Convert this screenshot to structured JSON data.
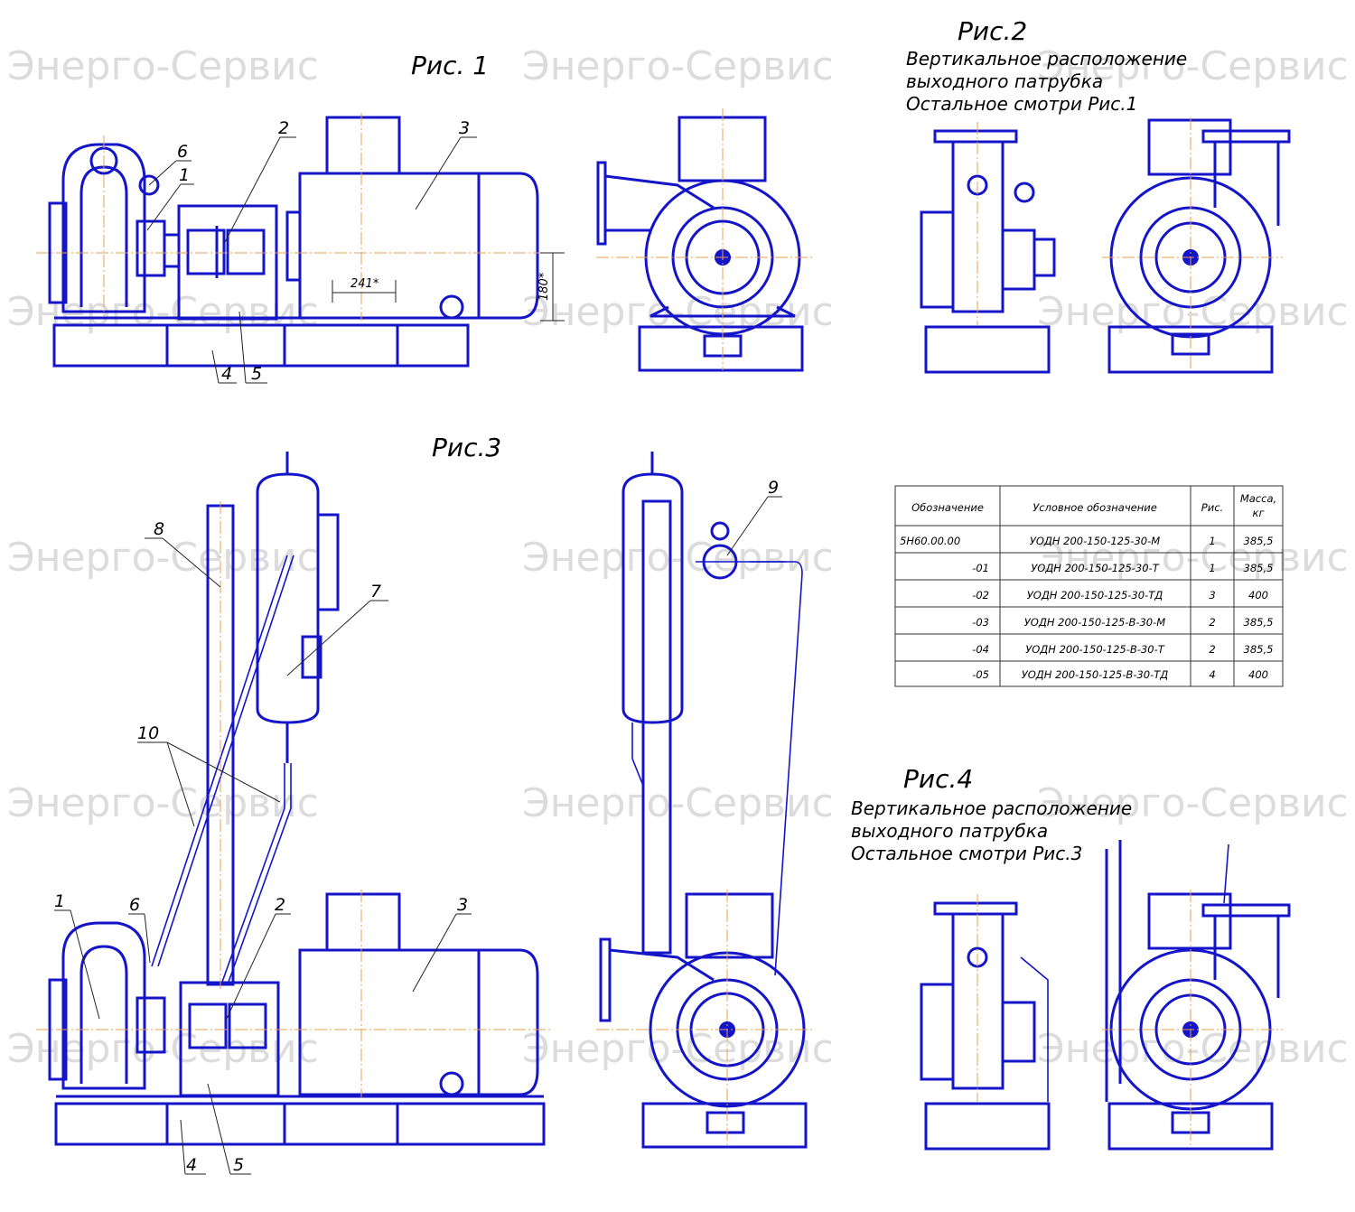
{
  "watermark": "Энерго-Сервис",
  "figures": {
    "fig1": "Рис. 1",
    "fig2": {
      "title": "Рис.2",
      "notes": [
        "Вертикальное расположение",
        "выходного патрубка",
        "Остальное смотри Рис.1"
      ]
    },
    "fig3": "Рис.3",
    "fig4": {
      "title": "Рис.4",
      "notes": [
        "Вертикальное расположение",
        "выходного патрубка",
        "Остальное смотри Рис.3"
      ]
    }
  },
  "dimensions": {
    "d1": "241*",
    "d2": "180*"
  },
  "callouts": {
    "fig1": [
      "1",
      "2",
      "3",
      "4",
      "5",
      "6"
    ],
    "fig3": [
      "1",
      "2",
      "3",
      "4",
      "5",
      "6",
      "7",
      "8",
      "9",
      "10"
    ]
  },
  "table": {
    "headers": [
      "Обозначение",
      "Условное обозначение",
      "Рис.",
      "Масса,\nкг"
    ],
    "rows": [
      [
        "5Н60.00.00",
        "УОДН 200-150-125-30-М",
        "1",
        "385,5"
      ],
      [
        "-01",
        "УОДН 200-150-125-30-Т",
        "1",
        "385,5"
      ],
      [
        "-02",
        "УОДН 200-150-125-30-ТД",
        "3",
        "400"
      ],
      [
        "-03",
        "УОДН 200-150-125-В-30-М",
        "2",
        "385,5"
      ],
      [
        "-04",
        "УОДН 200-150-125-В-30-Т",
        "2",
        "385,5"
      ],
      [
        "-05",
        "УОДН 200-150-125-В-30-ТД",
        "4",
        "400"
      ]
    ]
  },
  "colors": {
    "line": "#1414c8",
    "center": "#e8a050",
    "watermark": "#dcdcdc"
  }
}
